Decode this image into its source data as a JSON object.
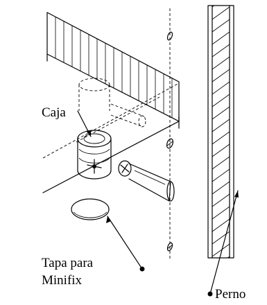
{
  "labels": {
    "caja": "Caja",
    "tapa_line1": "Tapa para",
    "tapa_line2": "Minifix",
    "perno": "Perno"
  },
  "colors": {
    "ink": "#000000",
    "background": "#ffffff"
  }
}
